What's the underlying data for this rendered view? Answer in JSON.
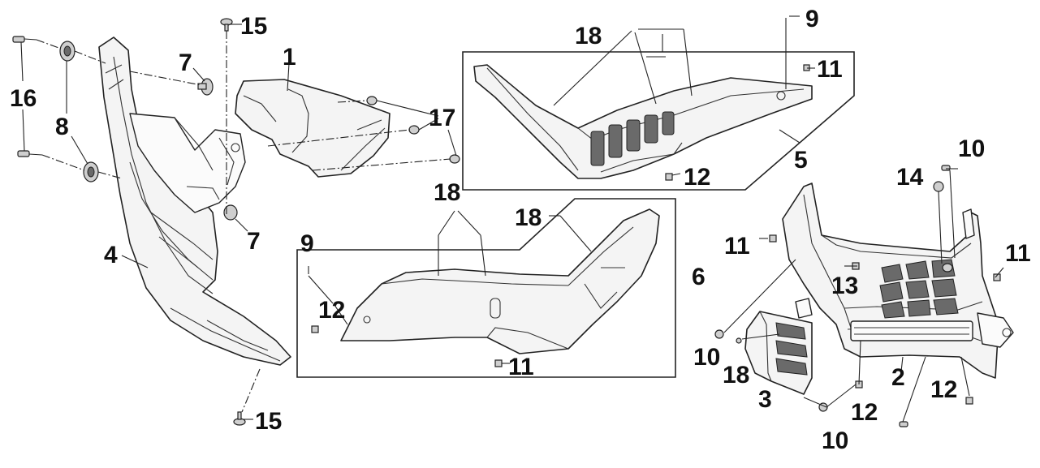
{
  "callouts": [
    {
      "id": "c15a",
      "text": "15"
    },
    {
      "id": "c16",
      "text": "16"
    },
    {
      "id": "c8",
      "text": "8"
    },
    {
      "id": "c7a",
      "text": "7"
    },
    {
      "id": "c1",
      "text": "1"
    },
    {
      "id": "c17",
      "text": "17"
    },
    {
      "id": "c7b",
      "text": "7"
    },
    {
      "id": "c4",
      "text": "4"
    },
    {
      "id": "c15b",
      "text": "15"
    },
    {
      "id": "c18a",
      "text": "18"
    },
    {
      "id": "c9a",
      "text": "9"
    },
    {
      "id": "c11a",
      "text": "11"
    },
    {
      "id": "c5",
      "text": "5"
    },
    {
      "id": "c12a",
      "text": "12"
    },
    {
      "id": "c18b",
      "text": "18"
    },
    {
      "id": "c18c",
      "text": "18"
    },
    {
      "id": "c9b",
      "text": "9"
    },
    {
      "id": "c12b",
      "text": "12"
    },
    {
      "id": "c6",
      "text": "6"
    },
    {
      "id": "c11b",
      "text": "11"
    },
    {
      "id": "c10a",
      "text": "10"
    },
    {
      "id": "c14",
      "text": "14"
    },
    {
      "id": "c11c",
      "text": "11"
    },
    {
      "id": "c11d",
      "text": "11"
    },
    {
      "id": "c13",
      "text": "13"
    },
    {
      "id": "c10b",
      "text": "10"
    },
    {
      "id": "c18d",
      "text": "18"
    },
    {
      "id": "c3",
      "text": "3"
    },
    {
      "id": "c2",
      "text": "2"
    },
    {
      "id": "c12c",
      "text": "12"
    },
    {
      "id": "c12d",
      "text": "12"
    },
    {
      "id": "c10c",
      "text": "10"
    }
  ]
}
